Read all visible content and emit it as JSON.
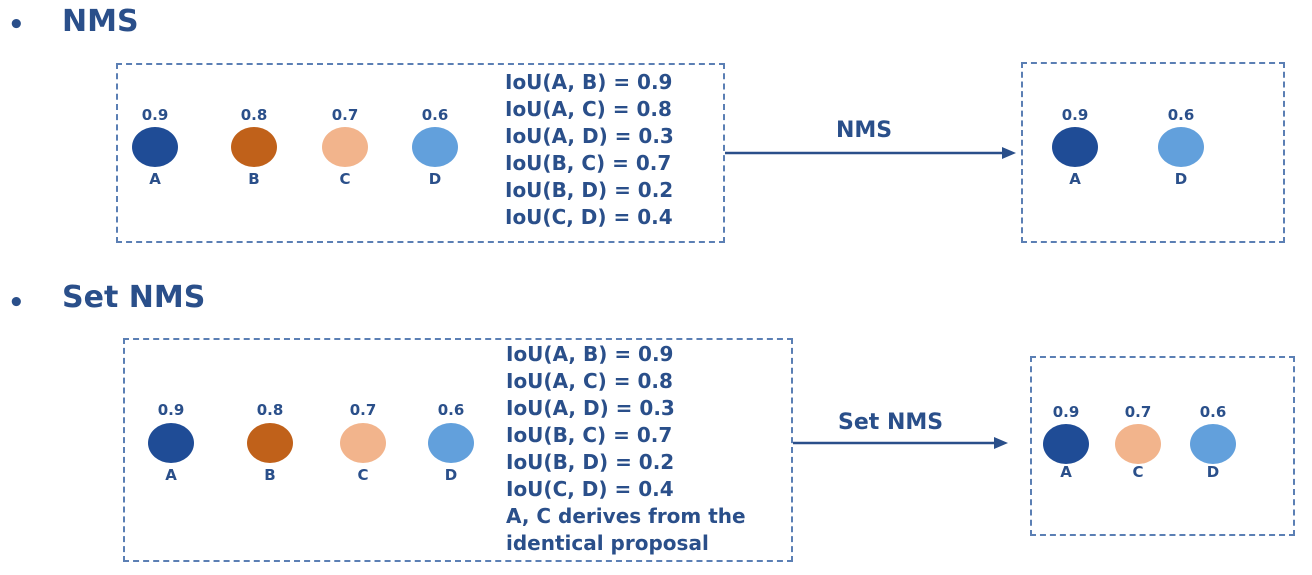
{
  "colors": {
    "A": "#1f4c96",
    "B": "#c0611a",
    "C": "#f2b48c",
    "D": "#62a0dc",
    "text": "#2a4f8a"
  },
  "sections": [
    {
      "bullet": "•",
      "title": "NMS",
      "input": {
        "circles": [
          {
            "score": "0.9",
            "label": "A",
            "color": "A"
          },
          {
            "score": "0.8",
            "label": "B",
            "color": "B"
          },
          {
            "score": "0.7",
            "label": "C",
            "color": "C"
          },
          {
            "score": "0.6",
            "label": "D",
            "color": "D"
          }
        ],
        "lines": [
          "IoU(A, B) = 0.9",
          "IoU(A, C) = 0.8",
          "IoU(A, D) = 0.3",
          "IoU(B, C) = 0.7",
          "IoU(B, D) = 0.2",
          "IoU(C, D) = 0.4"
        ]
      },
      "arrow_label": "NMS",
      "output": {
        "circles": [
          {
            "score": "0.9",
            "label": "A",
            "color": "A"
          },
          {
            "score": "0.6",
            "label": "D",
            "color": "D"
          }
        ]
      }
    },
    {
      "bullet": "•",
      "title": "Set NMS",
      "input": {
        "circles": [
          {
            "score": "0.9",
            "label": "A",
            "color": "A"
          },
          {
            "score": "0.8",
            "label": "B",
            "color": "B"
          },
          {
            "score": "0.7",
            "label": "C",
            "color": "C"
          },
          {
            "score": "0.6",
            "label": "D",
            "color": "D"
          }
        ],
        "lines": [
          "IoU(A, B) = 0.9",
          "IoU(A, C) = 0.8",
          "IoU(A, D) = 0.3",
          "IoU(B, C) = 0.7",
          "IoU(B, D) = 0.2",
          "IoU(C, D) = 0.4",
          "A, C derives from the",
          "identical proposal"
        ]
      },
      "arrow_label": "Set NMS",
      "output": {
        "circles": [
          {
            "score": "0.9",
            "label": "A",
            "color": "A"
          },
          {
            "score": "0.7",
            "label": "C",
            "color": "C"
          },
          {
            "score": "0.6",
            "label": "D",
            "color": "D"
          }
        ]
      }
    }
  ]
}
